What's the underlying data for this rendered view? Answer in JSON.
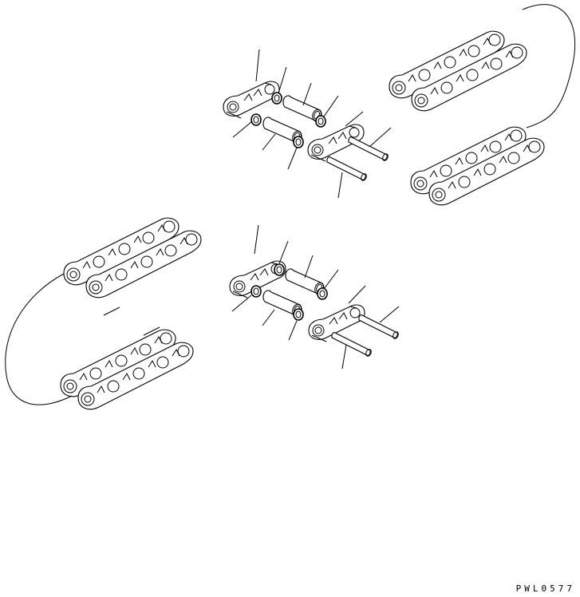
{
  "diagram": {
    "type": "exploded parts illustration",
    "subject": "track link chain assemblies",
    "drawing_code": "PWL0577",
    "colors": {
      "line": "#000000",
      "background": "#ffffff"
    },
    "groups": [
      {
        "id": "upper-exploded",
        "parts": [
          "link-left",
          "seal-1",
          "bushing-1",
          "seal-2",
          "seal-3",
          "bushing-2",
          "seal-4",
          "link-right",
          "pin-1",
          "pin-2"
        ]
      },
      {
        "id": "lower-exploded",
        "parts": [
          "link-left",
          "seal-1",
          "bushing-1",
          "seal-2",
          "seal-3",
          "bushing-2",
          "seal-4",
          "link-right",
          "pin-1",
          "pin-2"
        ]
      },
      {
        "id": "upper-right-chain",
        "parts": [
          "chain-segment-top",
          "chain-segment-bottom"
        ],
        "connector": "loop-line"
      },
      {
        "id": "left-chain",
        "parts": [
          "chain-segment-top",
          "chain-segment-bottom"
        ],
        "connector": "loop-line"
      }
    ]
  }
}
